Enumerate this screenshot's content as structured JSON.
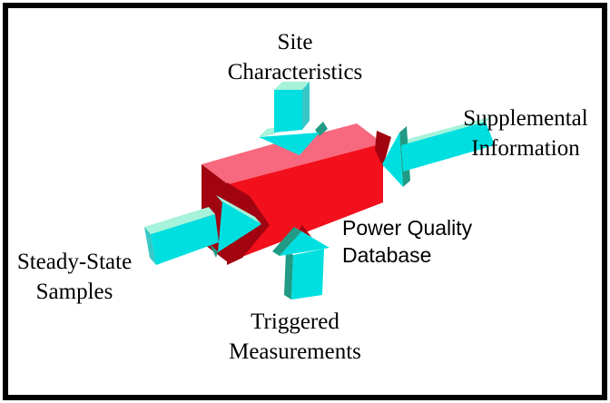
{
  "frame": {
    "background": "#ffffff",
    "border_color": "#000000"
  },
  "diagram": {
    "box": {
      "label_line1": "Power Quality",
      "label_line2": "Database",
      "top_color": "#f8687e",
      "front_color": "#f2101c",
      "side_color": "#a10410"
    },
    "arrow_colors": {
      "front": "#00dfe0",
      "top": "#a6f2da",
      "side": "#219b85",
      "medium": "#36c8c6"
    },
    "inputs": {
      "top": {
        "line1": "Site",
        "line2": "Characteristics",
        "direction": "down"
      },
      "right": {
        "line1": "Supplemental",
        "line2": "Information",
        "direction": "left"
      },
      "left": {
        "line1": "Steady-State",
        "line2": "Samples",
        "direction": "right"
      },
      "bottom": {
        "line1": "Triggered",
        "line2": "Measurements",
        "direction": "up"
      }
    }
  }
}
